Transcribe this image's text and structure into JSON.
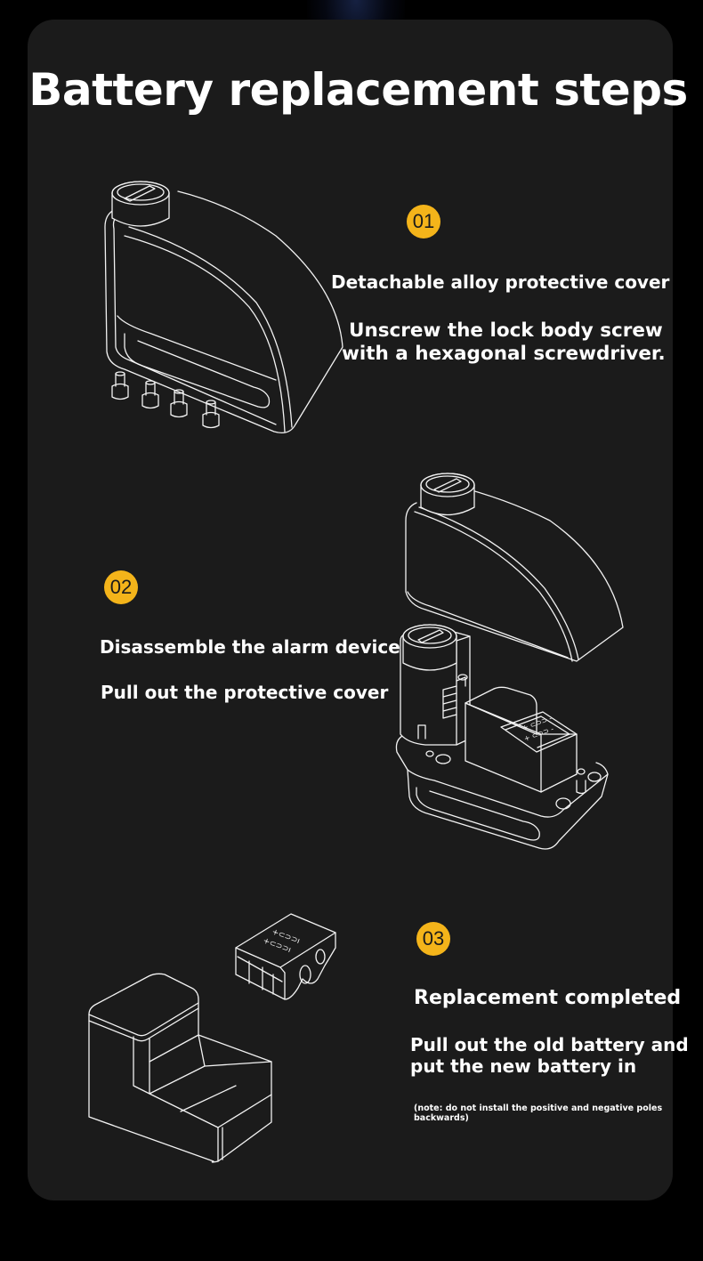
{
  "page": {
    "title": "Battery replacement steps",
    "accent_color": "#f4b41a",
    "card_color": "#1b1b1b",
    "background_color": "#000000"
  },
  "steps": [
    {
      "number": "01",
      "heading": "Detachable alloy protective cover",
      "description_line1": "Unscrew the lock body screw",
      "description_line2": "with a hexagonal screwdriver.",
      "illustration": "disc-lock-with-four-screws"
    },
    {
      "number": "02",
      "heading": "Disassemble the alarm device",
      "description": "Pull out the protective cover",
      "illustration": "lock-exploded-cover-and-alarm-module"
    },
    {
      "number": "03",
      "heading": "Replacement completed",
      "description_line1": "Pull out the old battery and",
      "description_line2": "put the new battery in",
      "note_line1": "(note: do not install the positive and negative poles",
      "note_line2": "backwards)",
      "illustration": "battery-pack-and-housing"
    }
  ]
}
